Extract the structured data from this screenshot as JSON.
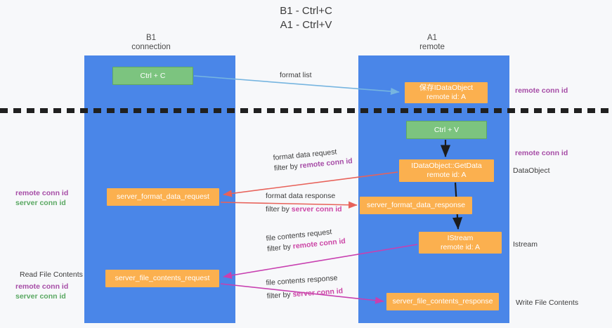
{
  "title": {
    "line1": "B1 - Ctrl+C",
    "line2": "A1 - Ctrl+V"
  },
  "columns": [
    {
      "name": "B1",
      "sub": "connection"
    },
    {
      "name": "A1",
      "sub": "remote"
    }
  ],
  "nodes": {
    "ctrl_c": {
      "label": "Ctrl + C",
      "color": "#7cc47f"
    },
    "ctrl_v": {
      "label": "Ctrl + V",
      "color": "#7cc47f"
    },
    "idataobject": {
      "line1": "保存IDataObject",
      "line2": "remote id: A",
      "color": "#fbb04f"
    },
    "getdata": {
      "line1": "IDataObject::GetData",
      "line2": "remote id: A",
      "color": "#fbb04f"
    },
    "istream": {
      "line1": "IStream",
      "line2": "remote id: A",
      "color": "#fbb04f"
    },
    "server_format_data_request": {
      "label": "server_format_data_request",
      "color": "#fbb04f"
    },
    "server_format_data_response": {
      "label": "server_format_data_response",
      "color": "#fbb04f"
    },
    "server_file_contents_request": {
      "label": "server_file_contents_request",
      "color": "#fbb04f"
    },
    "server_file_contents_response": {
      "label": "server_file_contents_response",
      "color": "#fbb04f"
    }
  },
  "edge_labels": {
    "format_list": "format list",
    "format_data_request": "format data request",
    "format_data_request_filter_prefix": "filter by ",
    "format_data_request_filter_key": "remote conn id",
    "format_data_response": "format data response",
    "format_data_response_filter_prefix": "filter by ",
    "format_data_response_filter_key": "server conn id",
    "file_contents_request": "file contents request",
    "file_contents_request_filter_prefix": "filter by ",
    "file_contents_request_filter_key": "remote conn id",
    "file_contents_response": "file contents response",
    "file_contents_response_filter_prefix": "filter by ",
    "file_contents_response_filter_key": "server conn id"
  },
  "annotations": {
    "remote_conn_id_top": "remote conn id",
    "remote_conn_id_mid": "remote conn id",
    "dataobject": "DataObject",
    "istream": "Istream",
    "write_file_contents": "Write File Contents",
    "read_file_contents": "Read File Contents",
    "left_remote_conn_id_1": "remote conn id",
    "left_server_conn_id_1": "server conn id",
    "left_remote_conn_id_2": "remote conn id",
    "left_server_conn_id_2": "server conn id"
  },
  "colors": {
    "lane": "#4a86e8",
    "green_box": "#7cc47f",
    "orange_box": "#fbb04f",
    "purple_text": "#a64ca6",
    "green_text": "#5aa862",
    "magenta_text": "#cc46a6",
    "arrow_blue": "#76b5e0",
    "arrow_red": "#e8625a",
    "arrow_magenta": "#c840b0",
    "arrow_black": "#1c1c1c",
    "background": "#f7f8fa"
  }
}
